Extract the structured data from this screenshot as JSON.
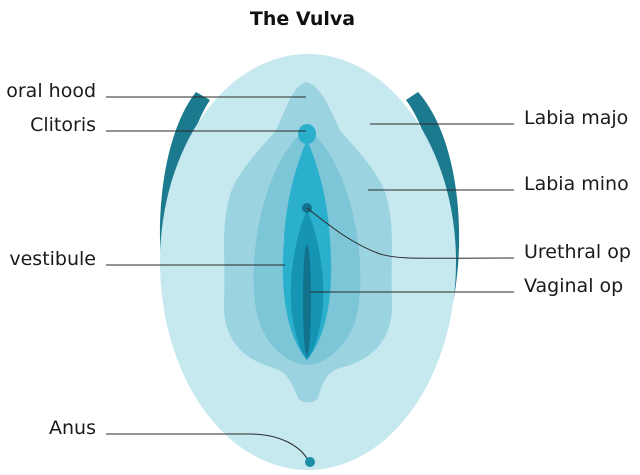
{
  "title": "The Vulva",
  "labels": {
    "clitoral_hood": "oral hood",
    "clitoris": "Clitoris",
    "vestibule": "vestibule",
    "anus": "Anus",
    "labia_majora": "Labia majo",
    "labia_minora": "Labia mino",
    "urethral_opening": "Urethral op",
    "vaginal_opening": "Vaginal op"
  },
  "colors": {
    "outer_rim": "#1c7a8f",
    "labia_majora": "#c6e8ef",
    "labia_minora_outer": "#9bd3e0",
    "labia_minora_inner": "#7cc6d8",
    "vestibule": "#2ab0cc",
    "inner": "#1594b4",
    "vaginal_opening": "#12728c",
    "leader_line": "#2a2a2a",
    "dot": "#1b8fa8"
  }
}
